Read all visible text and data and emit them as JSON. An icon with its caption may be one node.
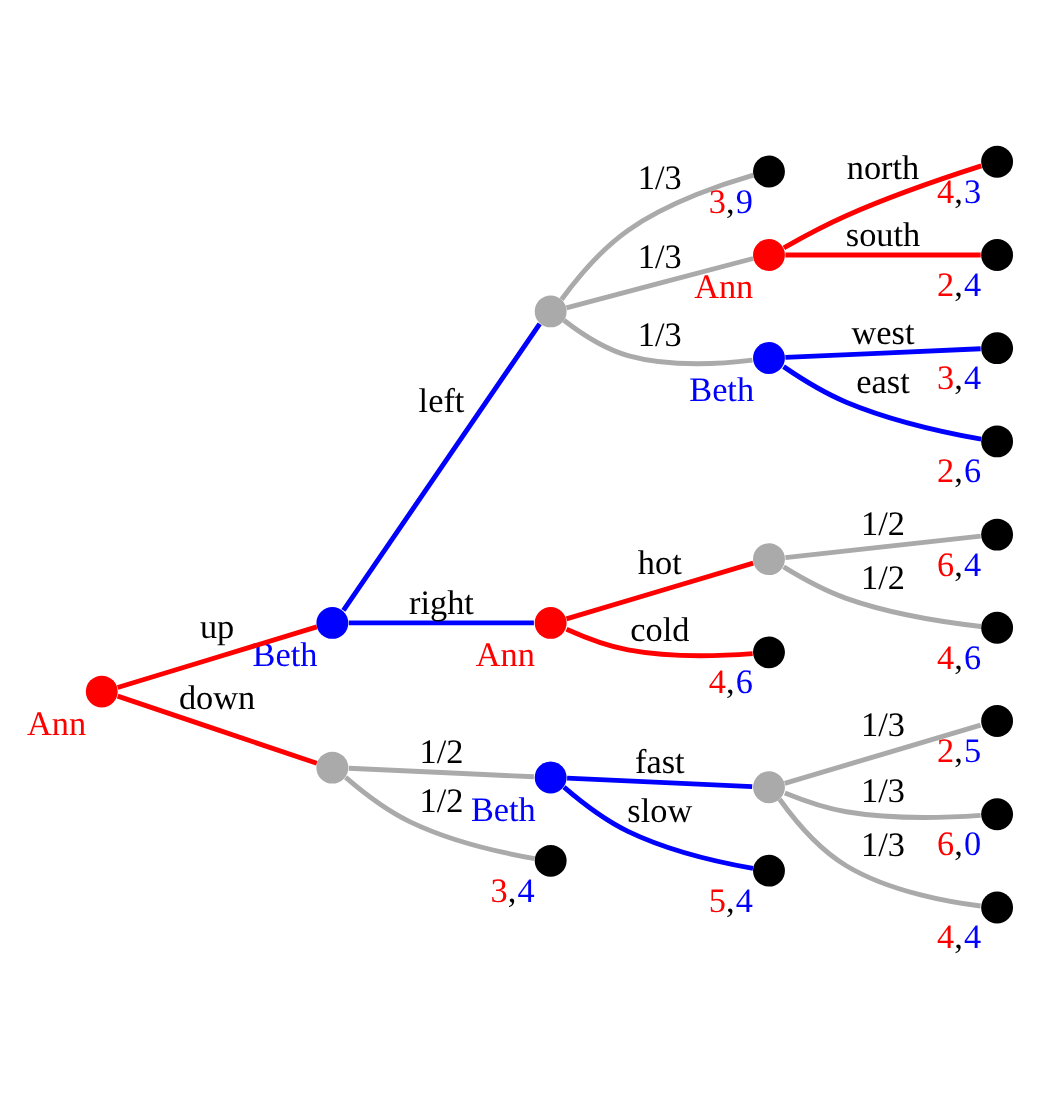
{
  "diagram": {
    "nodes": [
      {
        "text": [],
        "shape": "circle",
        "beside": [
          "Ann"
        ]
      },
      {
        "text": [],
        "shape": "circle",
        "beside": [
          "Beth"
        ]
      },
      {
        "text": [],
        "shape": "circle"
      },
      {
        "text": [],
        "shape": "circle",
        "beside": [
          "3,9"
        ]
      },
      {
        "text": [],
        "shape": "circle",
        "beside": [
          "Ann"
        ]
      },
      {
        "text": [],
        "shape": "circle",
        "beside": [
          "4,3"
        ]
      },
      {
        "text": [],
        "shape": "circle",
        "beside": [
          "2,4"
        ]
      },
      {
        "text": [],
        "shape": "circle",
        "beside": [
          "Beth"
        ]
      },
      {
        "text": [],
        "shape": "circle",
        "beside": [
          "3,4"
        ]
      },
      {
        "text": [],
        "shape": "circle",
        "beside": [
          "2,6"
        ]
      },
      {
        "text": [],
        "shape": "circle",
        "beside": [
          "Ann"
        ]
      },
      {
        "text": [],
        "shape": "circle"
      },
      {
        "text": [],
        "shape": "circle",
        "beside": [
          "6,4"
        ]
      },
      {
        "text": [],
        "shape": "circle",
        "beside": [
          "4,6"
        ]
      },
      {
        "text": [],
        "shape": "circle",
        "beside": [
          "4,6"
        ]
      },
      {
        "text": [],
        "shape": "circle"
      },
      {
        "text": [],
        "shape": "circle",
        "beside": [
          "Beth"
        ]
      },
      {
        "text": [],
        "shape": "circle"
      },
      {
        "text": [],
        "shape": "circle",
        "beside": [
          "2,5"
        ]
      },
      {
        "text": [],
        "shape": "circle",
        "beside": [
          "6,0"
        ]
      },
      {
        "text": [],
        "shape": "circle",
        "beside": [
          "4,4"
        ]
      },
      {
        "text": [],
        "shape": "circle",
        "beside": [
          "5,4"
        ]
      },
      {
        "text": [],
        "shape": "circle",
        "beside": [
          "3,4"
        ]
      }
    ],
    "edges": [
      {
        "from": 0,
        "to": 1,
        "arrow": "none",
        "label": "up",
        "color": "#ff0000"
      },
      {
        "from": 1,
        "to": 2,
        "arrow": "none",
        "label": "left",
        "color": "#0000ff"
      },
      {
        "from": 2,
        "to": 3,
        "arrow": "none",
        "label": "1/3"
      },
      {
        "from": 2,
        "to": 4,
        "arrow": "none",
        "label": "1/3"
      },
      {
        "from": 4,
        "to": 5,
        "arrow": "none",
        "label": "north",
        "color": "#ff0000"
      },
      {
        "from": 4,
        "to": 6,
        "arrow": "none",
        "label": "south",
        "color": "#ff0000"
      },
      {
        "from": 2,
        "to": 7,
        "arrow": "none",
        "label": "1/3"
      },
      {
        "from": 7,
        "to": 8,
        "arrow": "none",
        "label": "west",
        "color": "#0000ff"
      },
      {
        "from": 7,
        "to": 9,
        "arrow": "none",
        "label": "east",
        "color": "#0000ff"
      },
      {
        "from": 1,
        "to": 10,
        "arrow": "none",
        "label": "right",
        "color": "#0000ff"
      },
      {
        "from": 10,
        "to": 11,
        "arrow": "none",
        "label": "hot",
        "color": "#ff0000"
      },
      {
        "from": 11,
        "to": 12,
        "arrow": "none",
        "label": "1/2"
      },
      {
        "from": 11,
        "to": 13,
        "arrow": "none",
        "label": "1/2"
      },
      {
        "from": 10,
        "to": 14,
        "arrow": "none",
        "label": "cold",
        "color": "#ff0000"
      },
      {
        "from": 0,
        "to": 15,
        "arrow": "none",
        "label": "down",
        "color": "#ff0000"
      },
      {
        "from": 15,
        "to": 16,
        "arrow": "none",
        "label": "1/2"
      },
      {
        "from": 16,
        "to": 17,
        "arrow": "none",
        "label": "fast",
        "color": "#0000ff"
      },
      {
        "from": 17,
        "to": 18,
        "arrow": "none",
        "label": "1/3"
      },
      {
        "from": 17,
        "to": 19,
        "arrow": "none",
        "label": "1/3"
      },
      {
        "from": 17,
        "to": 20,
        "arrow": "none",
        "label": "1/3"
      },
      {
        "from": 16,
        "to": 21,
        "arrow": "none",
        "label": "slow",
        "color": "#0000ff"
      },
      {
        "from": 15,
        "to": 22,
        "arrow": "none",
        "label": "1/2"
      }
    ]
  }
}
